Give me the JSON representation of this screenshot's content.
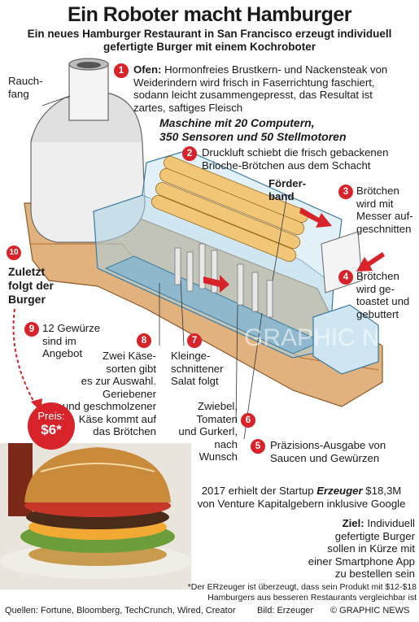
{
  "title": "Ein Roboter macht Hamburger",
  "subtitle_line1": "Ein neues Hamburger Restaurant in San Francisco erzeugt individuell",
  "subtitle_line2": "gefertigte Burger mit einem Kochroboter",
  "chimney_label_1": "Rauch-",
  "chimney_label_2": "fang",
  "machine_title_1": "Maschine mit 20 Computern,",
  "machine_title_2": "350 Sensoren und 50 Stellmotoren",
  "conveyor_label_1": "Förder-",
  "conveyor_label_2": "band",
  "steps": [
    {
      "num": "1",
      "head": "Ofen:",
      "lines": [
        "Hormonfreies Brustkern- und Nackensteak von",
        "Weiderindern wird frisch in Faserrichtung faschiert,",
        "sodann leicht zusammengepresst, das Resultat ist",
        "zartes, saftiges Fleisch"
      ]
    },
    {
      "num": "2",
      "lines": [
        "Druckluft schiebt die frisch gebackenen",
        "Brioche-Brötchen aus dem Schacht"
      ]
    },
    {
      "num": "3",
      "lines": [
        "Brötchen",
        "wird mit",
        "Messer auf-",
        "geschnitten"
      ]
    },
    {
      "num": "4",
      "lines": [
        "Brötchen",
        "wird ge-",
        "toastet und",
        "gebuttert"
      ]
    },
    {
      "num": "5",
      "lines": [
        "Präzisions-Ausgabe von",
        "Saucen und Gewürzen"
      ]
    },
    {
      "num": "6",
      "lines": [
        "Zwiebel,",
        "Tomaten",
        "und Gurkerl,",
        "nach",
        "Wunsch"
      ]
    },
    {
      "num": "7",
      "lines": [
        "Kleinge-",
        "schnittener",
        "Salat folgt"
      ]
    },
    {
      "num": "8",
      "lines": [
        "Zwei Käse-",
        "sorten gibt",
        "es zur Auswahl.",
        "Geriebener",
        "und geschmolzener",
        "Käse kommt auf",
        "das Brötchen"
      ]
    },
    {
      "num": "9",
      "lines": [
        "12 Gewürze",
        "sind im",
        "Angebot"
      ]
    },
    {
      "num": "10",
      "lines": [
        "Zuletzt",
        "folgt der",
        "Burger"
      ]
    }
  ],
  "price_label": "Preis:",
  "price_value": "$6*",
  "funding_line1_a": "2017 erhielt der Startup ",
  "funding_company": "Erzeuger",
  "funding_line1_b": " $18,3M",
  "funding_line2": "von Venture Kapitalgebern inklusive Google",
  "goal_head": "Ziel:",
  "goal_lines": [
    "Individuell",
    "gefertigte Burger",
    "sollen in Kürze mit",
    "einer Smartphone App",
    "zu bestellen sein"
  ],
  "footnote_line1": "*Der ERzeuger ist überzeugt, dass sein Produkt mit $12-$18",
  "footnote_line2": "Hamburgers aus besseren Restaurants vergleichbar ist",
  "sources": "Quellen: Fortune, Bloomberg, TechCrunch, Wired, Creator",
  "photo_credit": "Bild: Erzeuger",
  "copyright": "© GRAPHIC NEWS",
  "watermark": "GRAPHIC NEWS",
  "colors": {
    "accent": "#d8232a",
    "wood": "#e2b27e",
    "machine_blue": "#a9d3e8",
    "bun": "#f1c777"
  }
}
